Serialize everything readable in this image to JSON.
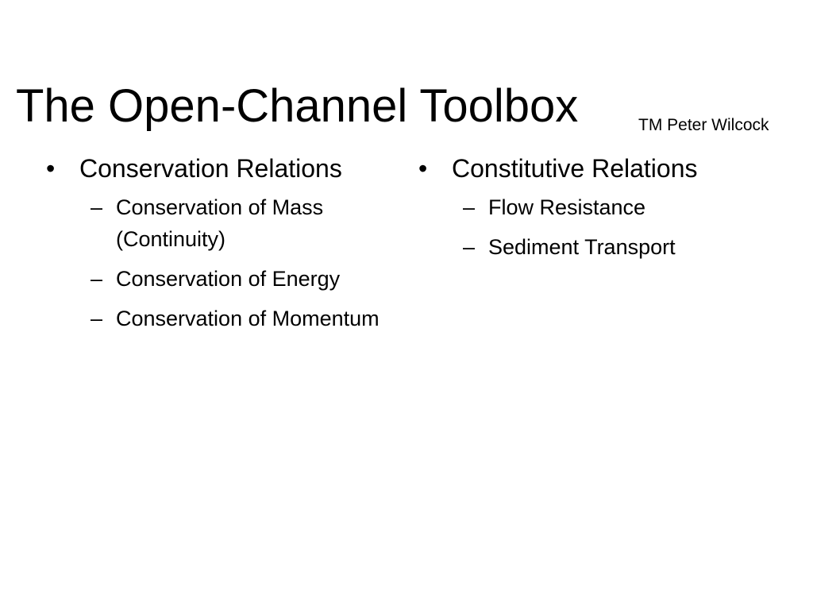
{
  "slide": {
    "title": "The Open-Channel Toolbox",
    "title_note": "TM Peter Wilcock",
    "bullet_glyph": "•",
    "dash_glyph": "–",
    "left_column": {
      "heading": "Conservation Relations",
      "items": [
        "Conservation of Mass (Continuity)",
        "Conservation of Energy",
        "Conservation of Momentum"
      ]
    },
    "right_column": {
      "heading": "Constitutive Relations",
      "items": [
        "Flow Resistance",
        "Sediment Transport"
      ]
    }
  }
}
